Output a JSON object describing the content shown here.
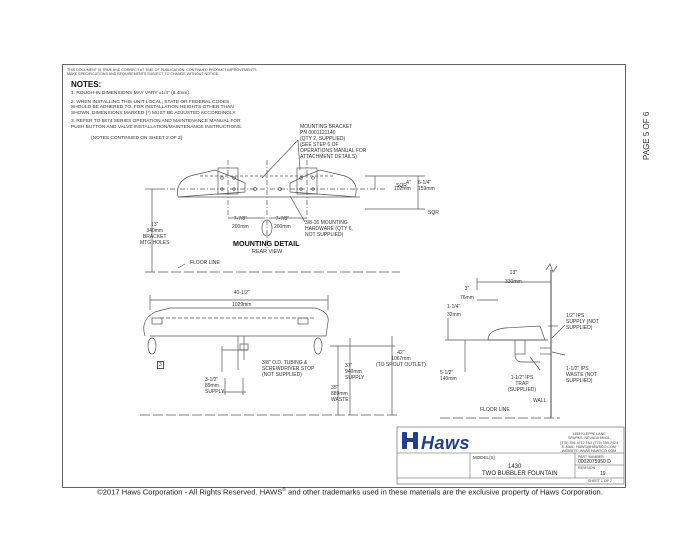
{
  "page_label": "PAGE 5 OF 6",
  "disclaimer": [
    "THIS DOCUMENT IS TRUE AND CORRECT AT TIME OF PUBLICATION. CONTINUED PRODUCT IMPROVEMENTS",
    "MAKE SPECIFICATIONS AND REQUIREMENTS SUBJECT TO CHANGE WITHOUT NOTICE."
  ],
  "notes": {
    "title": "NOTES:",
    "items": [
      "1. ROUGH-IN DIMENSIONS MAY VARY ±1/4\" (6.4mm).",
      "2. WHEN INSTALLING THIS UNIT LOCAL, STATE OR FEDERAL CODES",
      "    SHOULD BE ADHERED TO.  FOR INSTALLATION HEIGHTS OTHER THAN",
      "    SHOWN, DIMENSIONS MARKED (*) MUST BE ADJUSTED ACCORDINGLY.",
      "3. REFER TO 5874 SERIES OPERATION AND MAINTENANCE MANUAL FOR",
      "    PUSH BUTTON AND VALVE INSTALLATION/MAINTENANCE INSTRUCTIONS."
    ],
    "continued": "(NOTES CONTINUED ON SHEET 2 OF 2)"
  },
  "mounting_detail": {
    "title": "MOUNTING DETAIL",
    "subtitle": "REAR VIEW",
    "bracket_callout": [
      "MOUNTING BRACKET",
      "PN 0001121140",
      "(QTY 2, SUPPLIED)",
      "(SEE STEP 6 OF",
      "OPERATIONS MANUAL FOR",
      "ATTACHMENT DETAILS)"
    ],
    "hardware_callout": [
      "3/8-16 MOUNTING",
      "HARDWARE (QTY 6,",
      "NOT SUPPLIED)"
    ],
    "dim_4": [
      "4\"",
      "102mm"
    ],
    "dim_6": [
      "6-1/4\"",
      "159mm"
    ],
    "sqr": "SQR",
    "dim_778_left": [
      "7-7/8\"",
      "200mm"
    ],
    "dim_778_right": [
      "7-7/8\"",
      "200mm"
    ],
    "bracket_height": [
      "13\"",
      "340mm",
      "BRACKET",
      "MTG HOLES"
    ],
    "floor_line": "FLOOR LINE"
  },
  "front_view": {
    "width": [
      "40-1/2\"",
      "1029mm"
    ],
    "tag": "3",
    "tubing": [
      "3/8\" O.D. TUBING &",
      "SCREWDRIVER STOP",
      "(NOT SUPPLIED)"
    ],
    "supply_offset": [
      "3-1/2\"",
      "89mm",
      "SUPPLY"
    ],
    "supply_height": [
      "37\"",
      "940mm",
      "SUPPLY"
    ],
    "waste_height": [
      "35\"",
      "889mm",
      "WASTE"
    ],
    "spout_height": [
      "42\"",
      "1067mm",
      "(TO SPOUT OUTLET)"
    ]
  },
  "side_view": {
    "depth": [
      "13\"",
      "330mm"
    ],
    "dim_3": [
      "3\"",
      "76mm"
    ],
    "dim_114": [
      "1-1/4\"",
      "32mm"
    ],
    "dim_512": [
      "5-1/2\"",
      "140mm"
    ],
    "supply": [
      "1/2\" IPS",
      "SUPPLY (NOT",
      "SUPPLIED)"
    ],
    "waste": [
      "1-1/2\" IPS",
      "WASTE (NOT",
      "SUPPLIED)"
    ],
    "trap": [
      "1-1/2\" IPS",
      "TRAP",
      "(SUPPLIED)"
    ],
    "wall": "WALL",
    "floor_line": "FLOOR LINE"
  },
  "title_block": {
    "brand": "Haws",
    "address": [
      "1455 KLEPPE LANE",
      "SPARKS, NEVADA  89431",
      "(775) 359-4712   FAX (775) 359-7424",
      "E-MAIL:  HAWS@HAWSCO.COM",
      "WEBSITE:  WWW.HAWSCO.COM"
    ],
    "models_label": "MODEL(S)",
    "model": "1430",
    "description": "TWO BUBBLER FOUNTAIN",
    "part_number_label": "PART NUMBER",
    "part_number": "0002075950 D",
    "revision_label": "REVISION",
    "revision": "19",
    "sheet": "SHEET  1  OF  2"
  },
  "footer": {
    "before": "©2017  Haws Corporation - All Rights Reserved.  HAWS",
    "mark": "®",
    "after": " and other trademarks used in these materials are the exclusive property of Haws Corporation."
  },
  "colors": {
    "line": "#555555",
    "brand": "#1f3f8f"
  }
}
